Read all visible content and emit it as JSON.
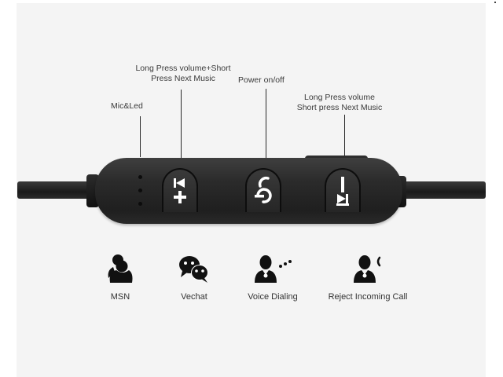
{
  "callouts": {
    "mic_led": "Mic&Led",
    "volume_up_line1": "Long Press volume+Short",
    "volume_up_line2": "Press Next Music",
    "power": "Power on/off",
    "volume_down_line1": "Long Press volume",
    "volume_down_line2": "Short press Next Music"
  },
  "remote": {
    "buttons": [
      {
        "name": "volume-up-previous",
        "icon": "skip-previous-plus-icon"
      },
      {
        "name": "power",
        "icon": "power-icon"
      },
      {
        "name": "volume-down-next",
        "icon": "minus-skip-next-icon"
      }
    ],
    "mic_dots": 3
  },
  "features": [
    {
      "label": "MSN",
      "icon": "msn-users-icon"
    },
    {
      "label": "Vechat",
      "icon": "chat-bubbles-icon"
    },
    {
      "label": "Voice Dialing",
      "icon": "person-speaking-icon"
    },
    {
      "label": "Reject Incoming Call",
      "icon": "person-phone-icon"
    }
  ],
  "colors": {
    "background": "#f4f4f4",
    "remote": "#2b2b2b",
    "text": "#3a3a3a",
    "icon": "#111111"
  }
}
